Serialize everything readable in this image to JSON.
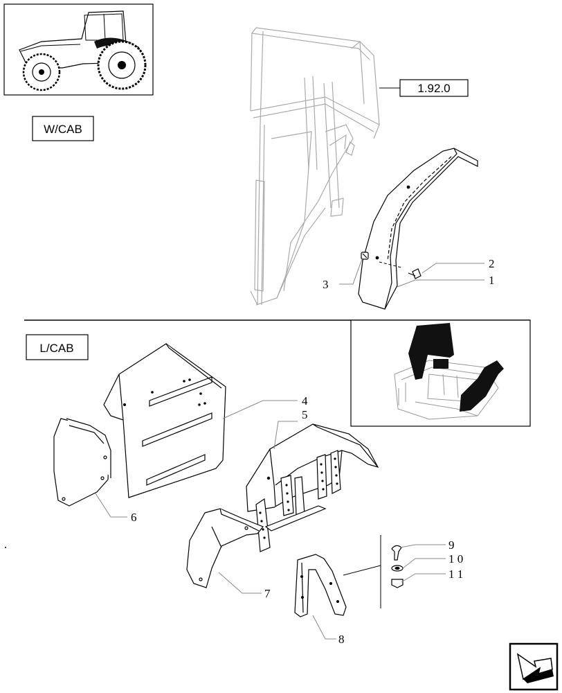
{
  "labels": {
    "wcab": "W/CAB",
    "lcab": "L/CAB",
    "ref": "1.92.0"
  },
  "callouts": {
    "c1": "1",
    "c2": "2",
    "c3": "3",
    "c4": "4",
    "c5": "5",
    "c6": "6",
    "c7": "7",
    "c8": "8",
    "c9": "9",
    "c10": "1 0",
    "c11": "1 1"
  },
  "icons": {
    "thumbnail": "tractor-thumbnail-icon",
    "nav": "next-page-arrow-icon"
  }
}
